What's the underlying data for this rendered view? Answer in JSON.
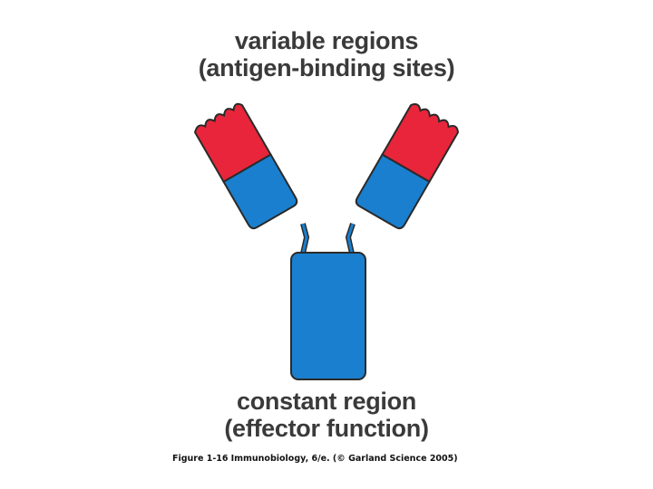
{
  "labels": {
    "top_line1": "variable regions",
    "top_line2": "(antigen-binding sites)",
    "bottom_line1": "constant region",
    "bottom_line2": "(effector function)"
  },
  "caption": {
    "figure": "Figure 1-16",
    "citation": "Immunobiology, 6/e. (© Garland Science 2005)"
  },
  "colors": {
    "variable": "#e8253a",
    "constant": "#1a7fce",
    "outline": "#2a2a2a",
    "text": "#3a3a3a"
  }
}
